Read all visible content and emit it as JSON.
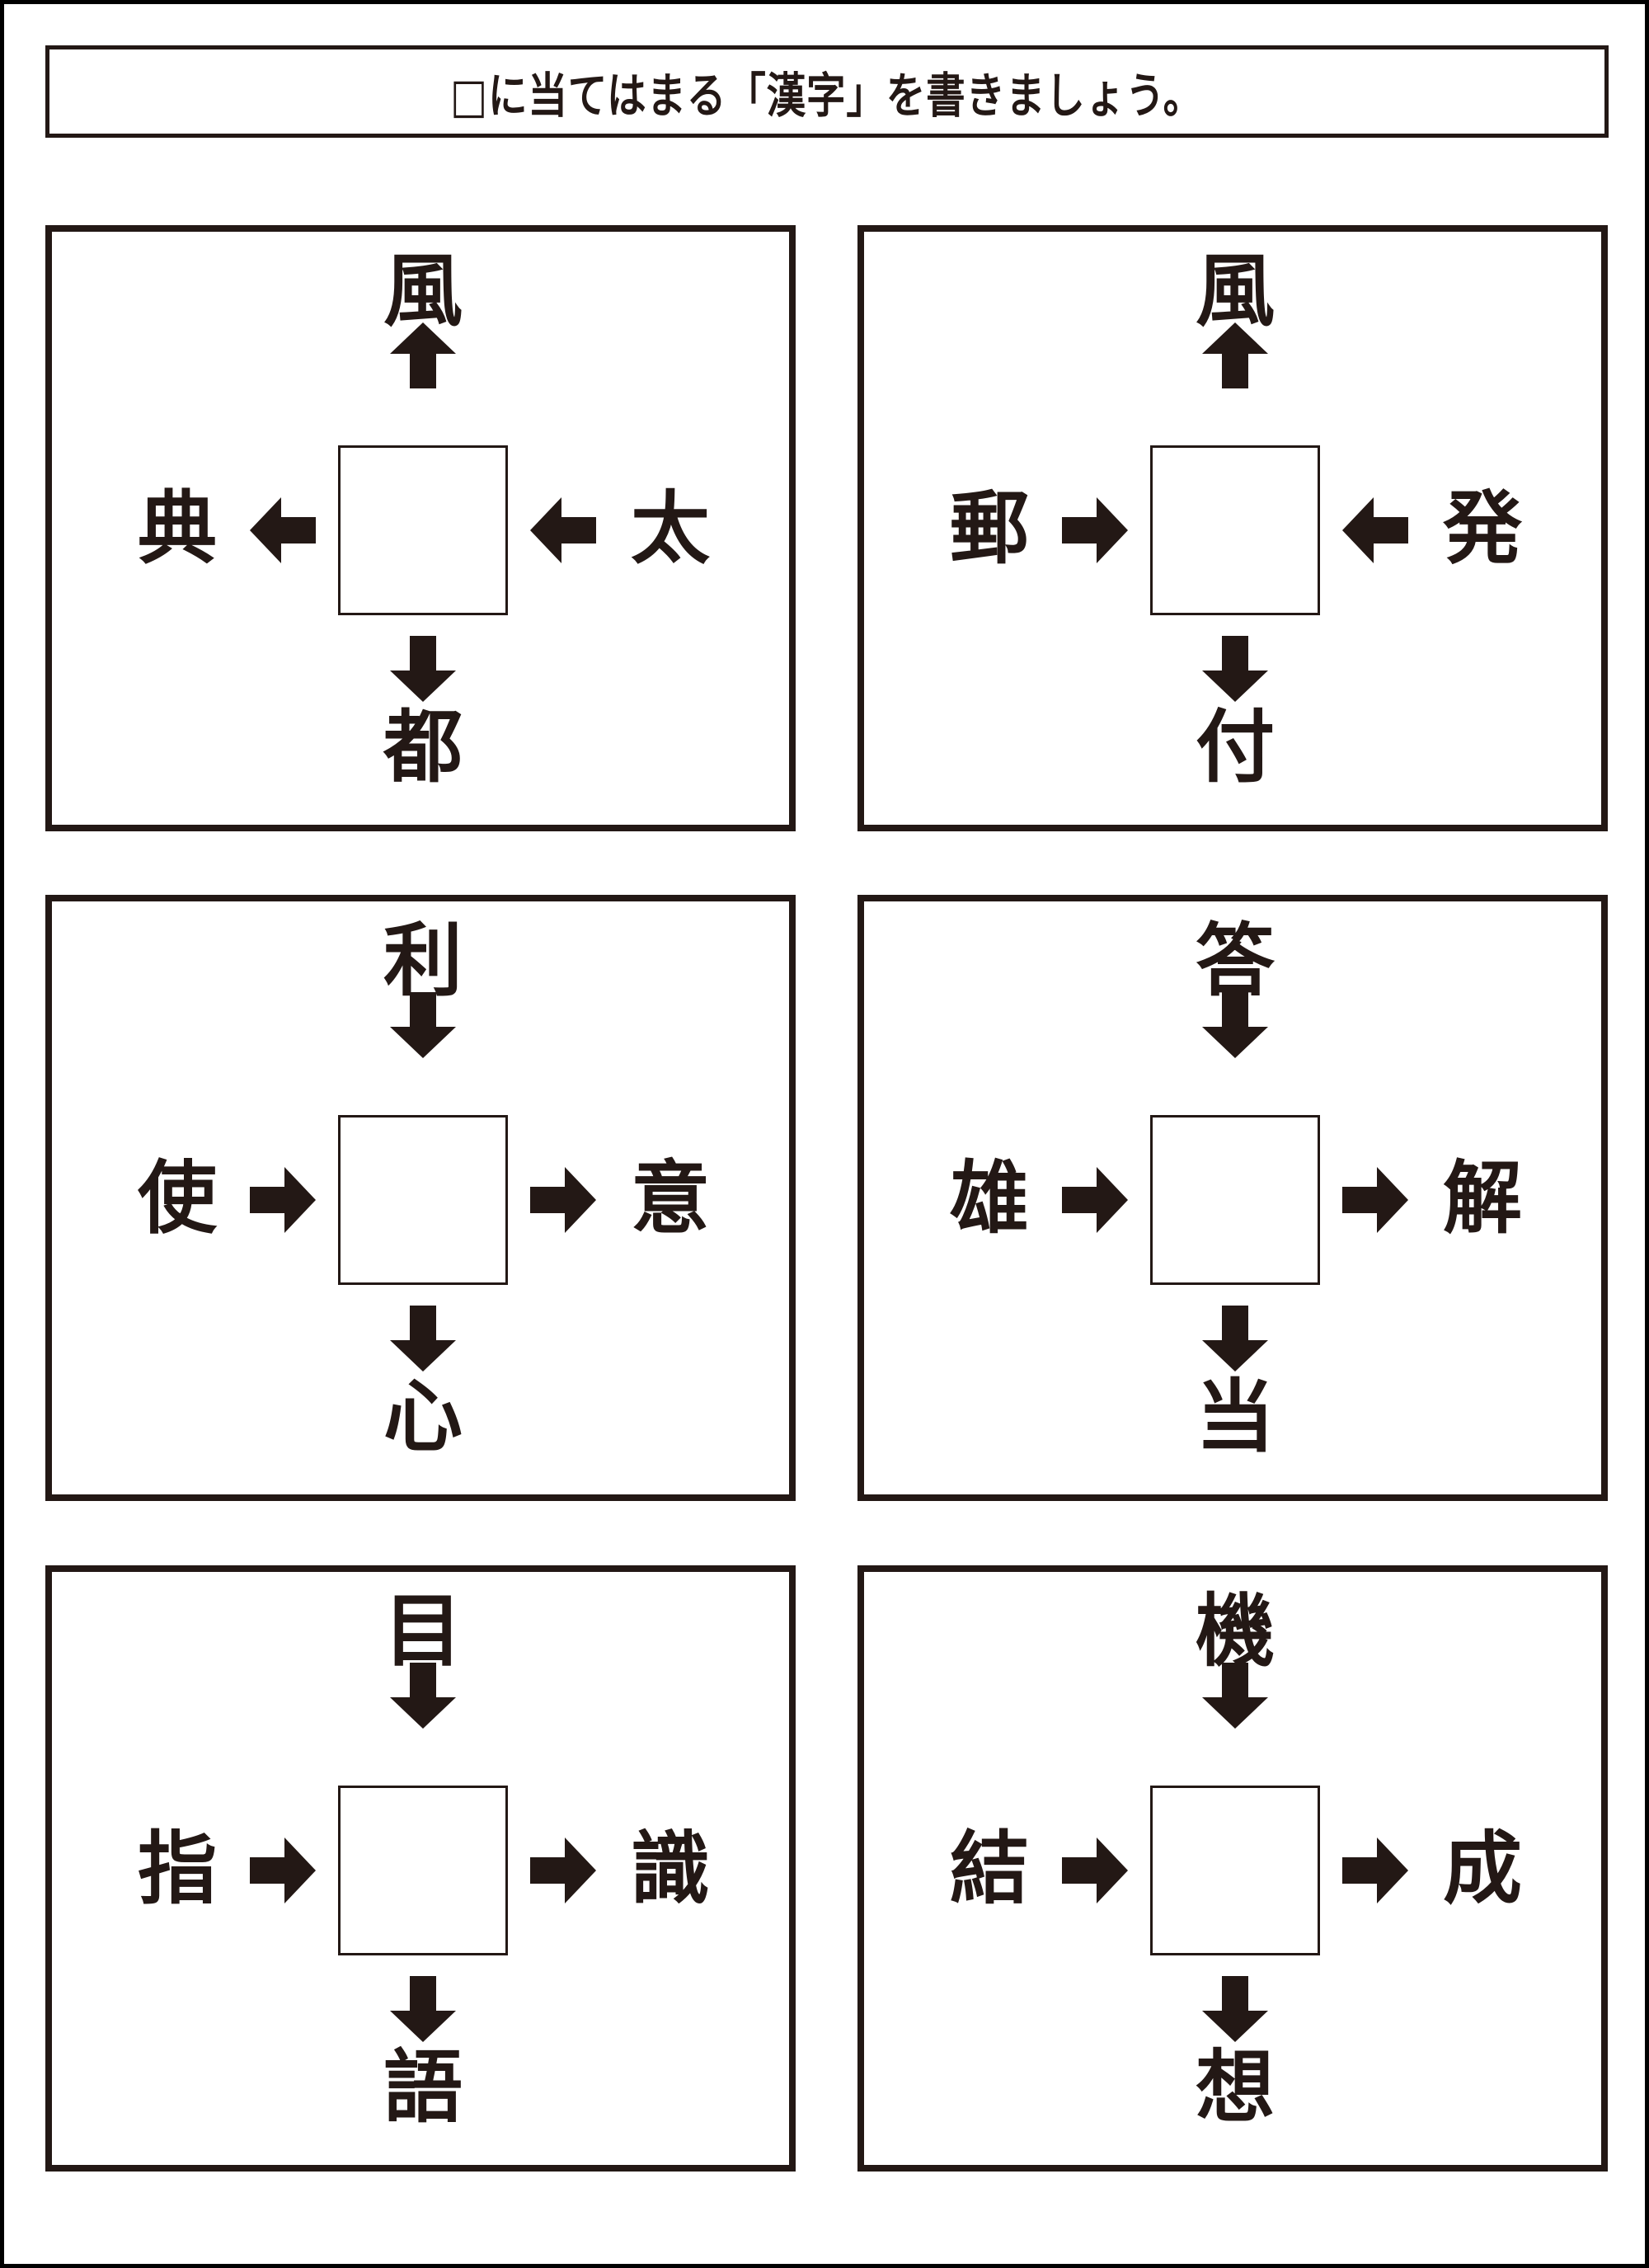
{
  "instruction": "□に当てはまる「漢字」を書きましょう。",
  "colors": {
    "ink": "#231815",
    "paper": "#ffffff",
    "frame": "#000000"
  },
  "puzzles": [
    {
      "top": {
        "char": "風",
        "arrow": "up"
      },
      "left": {
        "char": "典",
        "arrow": "left"
      },
      "right": {
        "char": "太",
        "arrow": "left"
      },
      "bottom": {
        "char": "都",
        "arrow": "down"
      },
      "answer": ""
    },
    {
      "top": {
        "char": "風",
        "arrow": "up"
      },
      "left": {
        "char": "郵",
        "arrow": "right"
      },
      "right": {
        "char": "発",
        "arrow": "left"
      },
      "bottom": {
        "char": "付",
        "arrow": "down"
      },
      "answer": ""
    },
    {
      "top": {
        "char": "利",
        "arrow": "down"
      },
      "left": {
        "char": "使",
        "arrow": "right"
      },
      "right": {
        "char": "意",
        "arrow": "right"
      },
      "bottom": {
        "char": "心",
        "arrow": "down"
      },
      "answer": ""
    },
    {
      "top": {
        "char": "答",
        "arrow": "down"
      },
      "left": {
        "char": "雄",
        "arrow": "right"
      },
      "right": {
        "char": "解",
        "arrow": "right"
      },
      "bottom": {
        "char": "当",
        "arrow": "down"
      },
      "answer": ""
    },
    {
      "top": {
        "char": "目",
        "arrow": "down"
      },
      "left": {
        "char": "指",
        "arrow": "right"
      },
      "right": {
        "char": "識",
        "arrow": "right"
      },
      "bottom": {
        "char": "語",
        "arrow": "down"
      },
      "answer": ""
    },
    {
      "top": {
        "char": "機",
        "arrow": "down"
      },
      "left": {
        "char": "結",
        "arrow": "right"
      },
      "right": {
        "char": "成",
        "arrow": "right"
      },
      "bottom": {
        "char": "想",
        "arrow": "down"
      },
      "answer": ""
    }
  ]
}
